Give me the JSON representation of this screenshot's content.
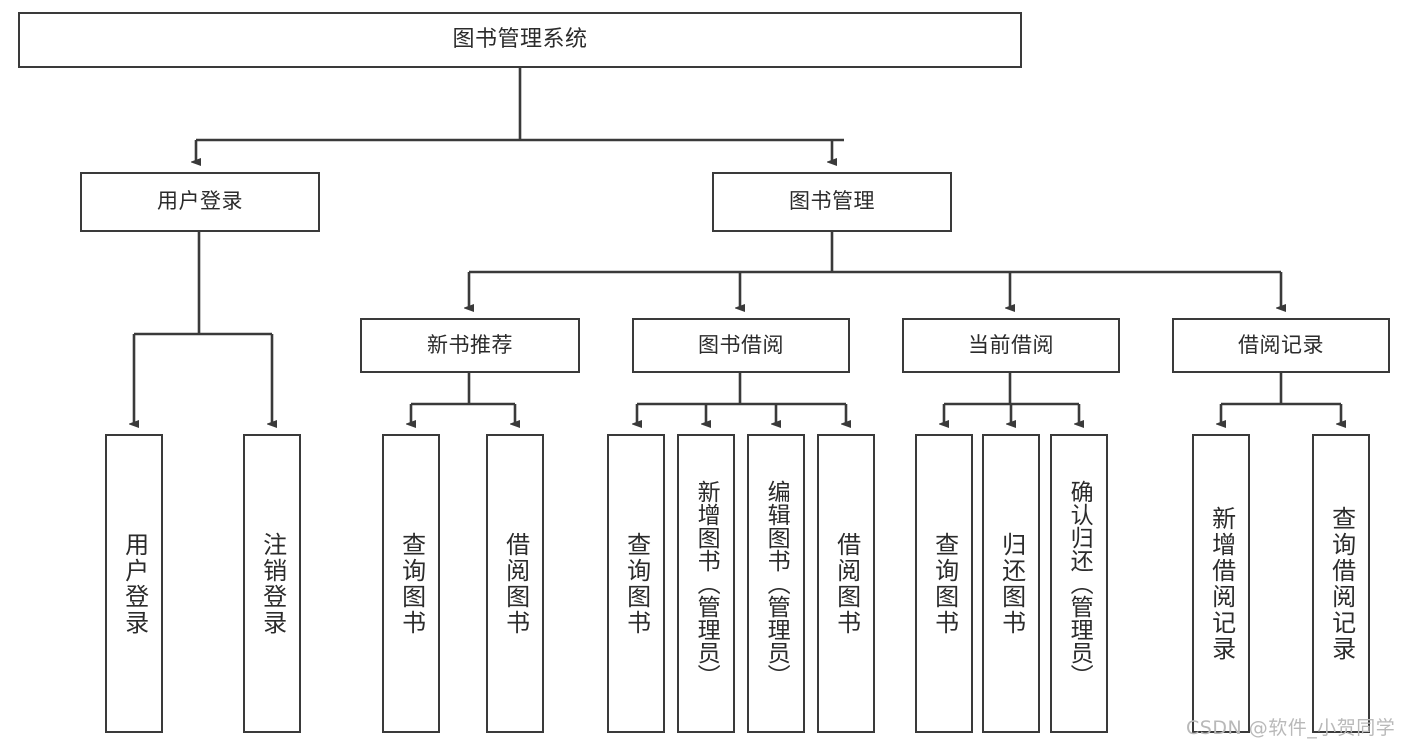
{
  "diagram": {
    "title": "图书管理系统",
    "type": "tree",
    "watermark": "CSDN @软件_小贺同学",
    "colors": {
      "stroke": "#3a3a3a",
      "text": "#2b2b2b",
      "background": "#ffffff",
      "watermark": "#b9b9b9"
    },
    "nodes": {
      "root": {
        "label": "图书管理系统"
      },
      "level2": [
        {
          "label": "用户登录"
        },
        {
          "label": "图书管理"
        }
      ],
      "level3": [
        {
          "label": "新书推荐"
        },
        {
          "label": "图书借阅"
        },
        {
          "label": "当前借阅"
        },
        {
          "label": "借阅记录"
        }
      ],
      "leaves": {
        "user_login": [
          {
            "label": "用户登录"
          },
          {
            "label": "注销登录"
          }
        ],
        "new_book": [
          {
            "label": "查询图书"
          },
          {
            "label": "借阅图书"
          }
        ],
        "book_borrow": [
          {
            "label": "查询图书"
          },
          {
            "label": "新增图书（管理员）"
          },
          {
            "label": "编辑图书（管理员）"
          },
          {
            "label": "借阅图书"
          }
        ],
        "current_borrow": [
          {
            "label": "查询图书"
          },
          {
            "label": "归还图书"
          },
          {
            "label": "确认归还（管理员）"
          }
        ],
        "borrow_record": [
          {
            "label": "新增借阅记录"
          },
          {
            "label": "查询借阅记录"
          }
        ]
      }
    }
  }
}
